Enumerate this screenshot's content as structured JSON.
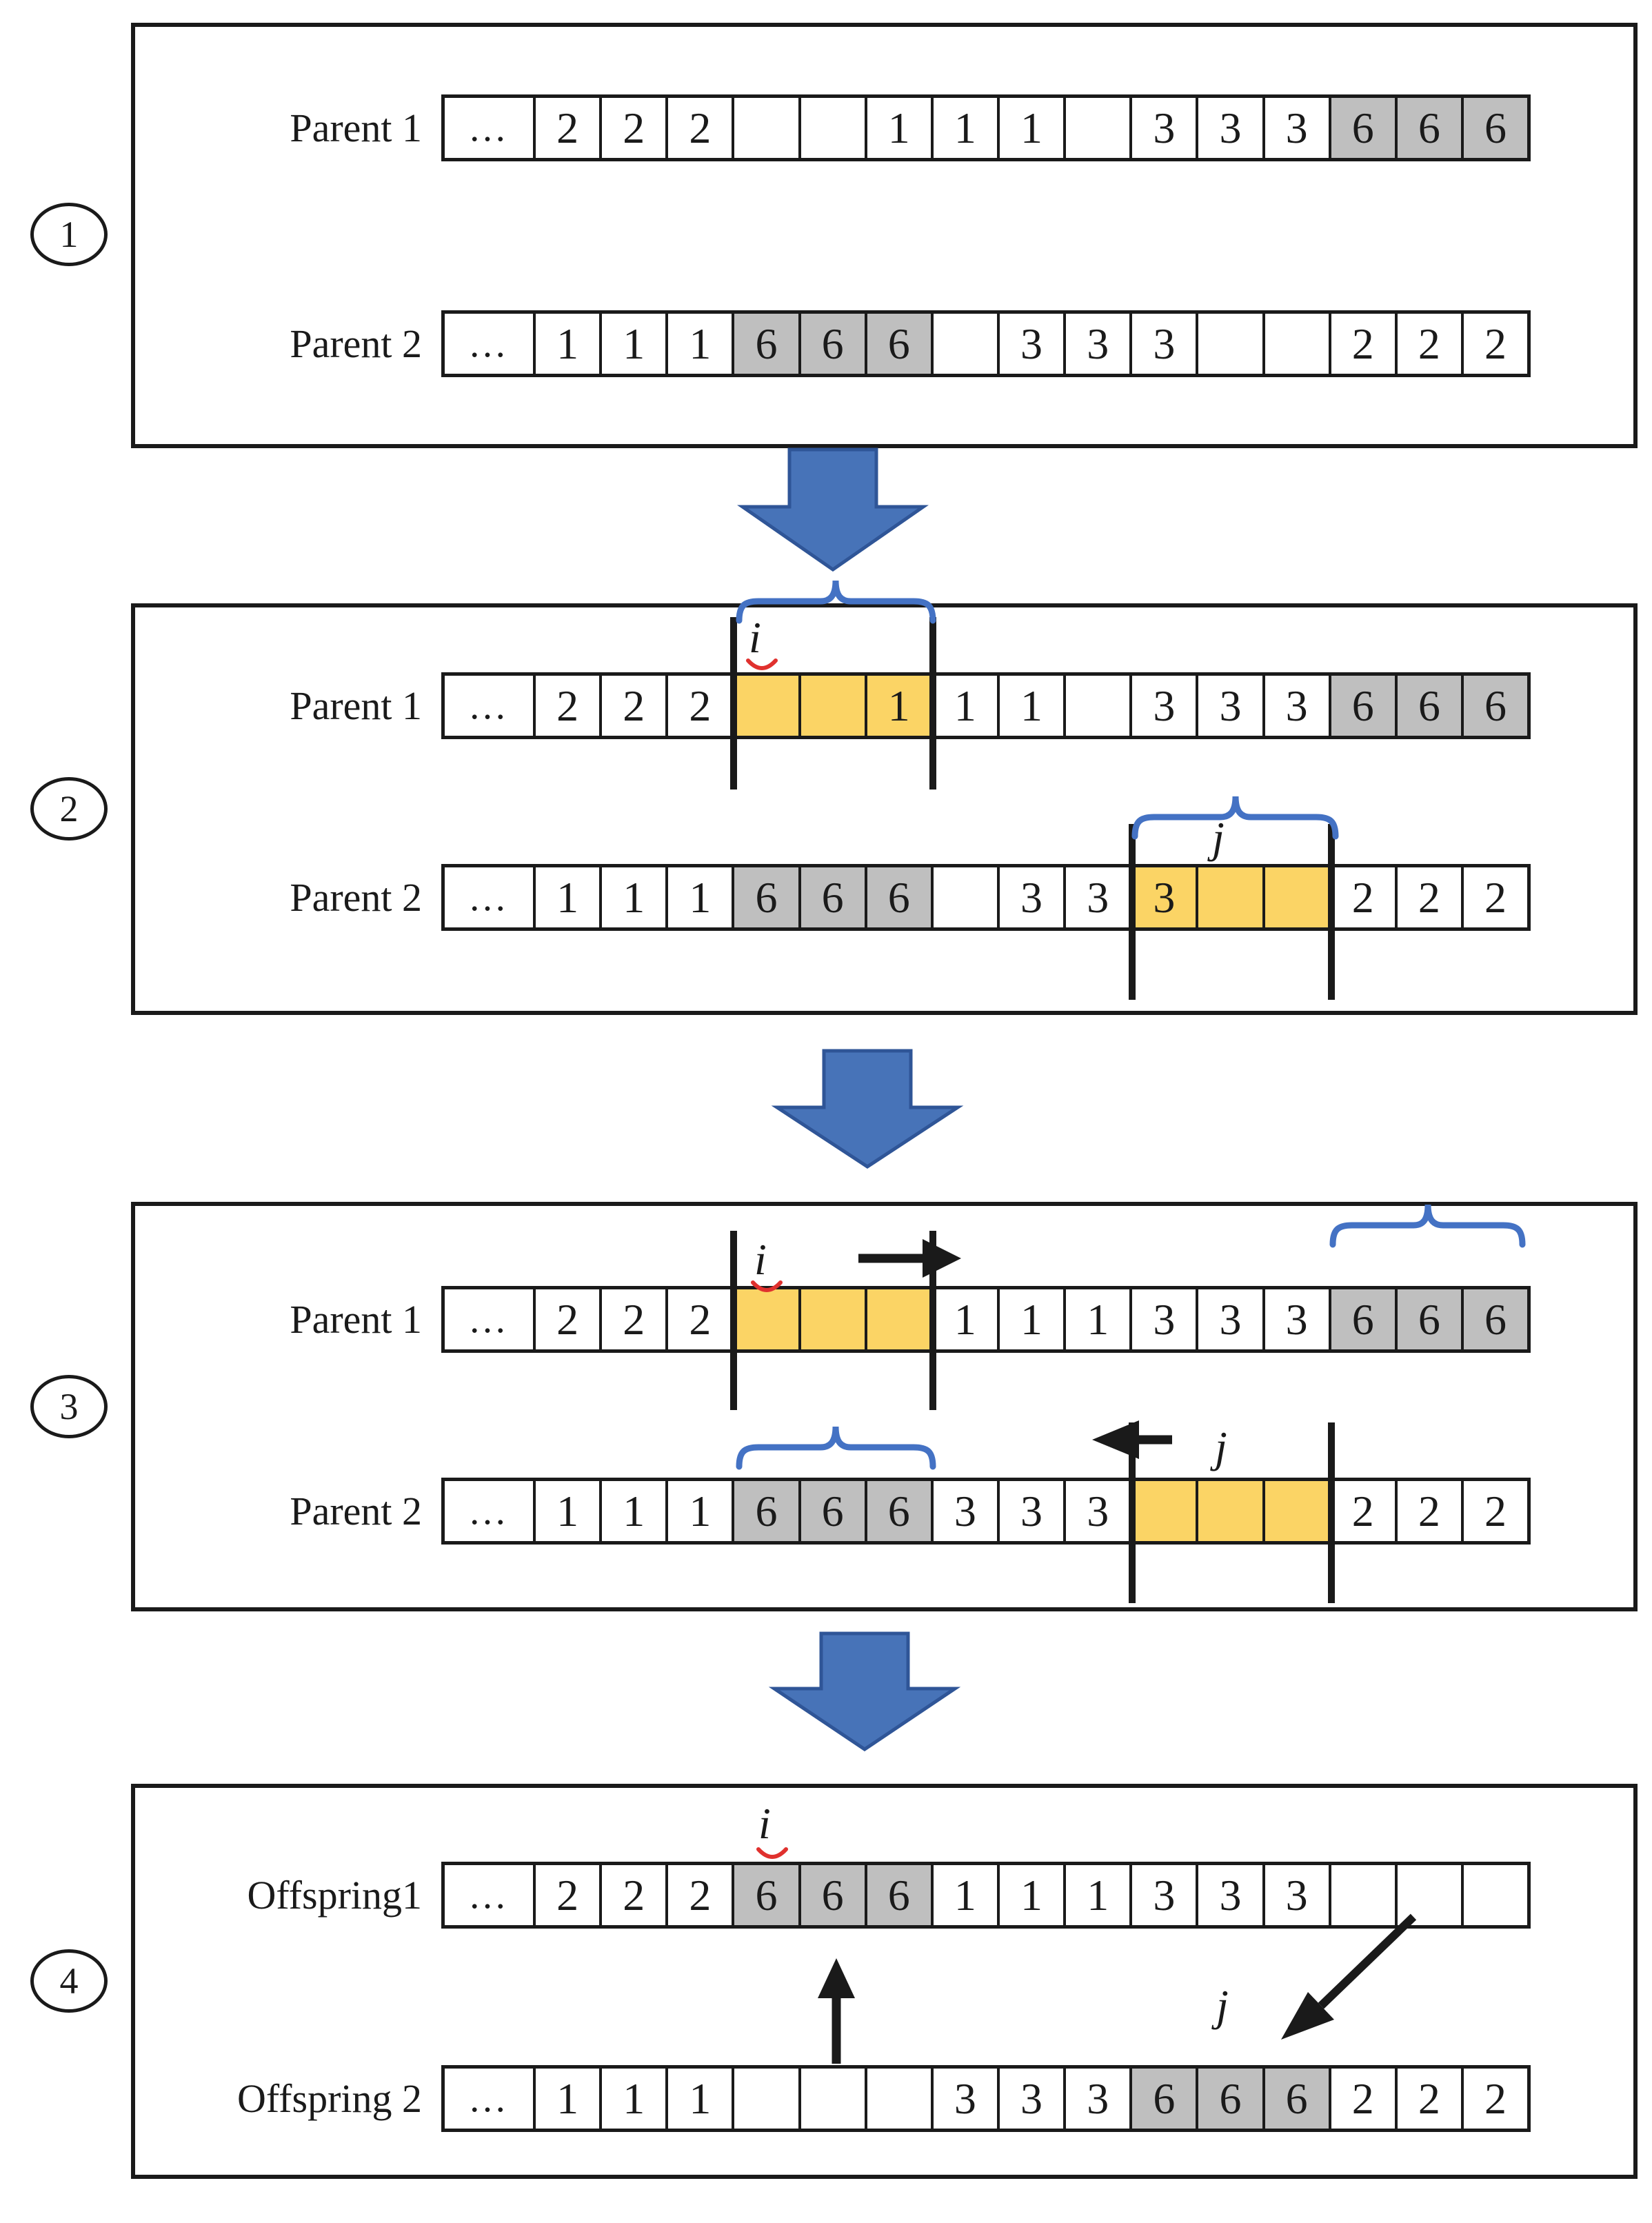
{
  "figure": {
    "description": "Four-step crossover operation between two parent sequences producing two offspring"
  },
  "colors": {
    "ink": "#1A1A1A",
    "cell_highlight_yellow": "#FBD465",
    "cell_shaded_gray": "#BFBFBF",
    "brace_blue": "#4472C4",
    "flow_arrow_fill": "#4773B8",
    "flow_arrow_edge": "#2F5597",
    "squiggle_red": "#E0312E"
  },
  "panels": [
    {
      "badge": "1",
      "rows": [
        {
          "label": "Parent 1",
          "cells": [
            {
              "v": "…"
            },
            {
              "v": "2"
            },
            {
              "v": "2"
            },
            {
              "v": "2"
            },
            {
              "v": ""
            },
            {
              "v": ""
            },
            {
              "v": "1"
            },
            {
              "v": "1"
            },
            {
              "v": "1"
            },
            {
              "v": ""
            },
            {
              "v": "3"
            },
            {
              "v": "3"
            },
            {
              "v": "3"
            },
            {
              "v": "6",
              "bg": "g"
            },
            {
              "v": "6",
              "bg": "g"
            },
            {
              "v": "6",
              "bg": "g"
            }
          ]
        },
        {
          "label": "Parent 2",
          "cells": [
            {
              "v": "…"
            },
            {
              "v": "1"
            },
            {
              "v": "1"
            },
            {
              "v": "1"
            },
            {
              "v": "6",
              "bg": "g"
            },
            {
              "v": "6",
              "bg": "g"
            },
            {
              "v": "6",
              "bg": "g"
            },
            {
              "v": ""
            },
            {
              "v": "3"
            },
            {
              "v": "3"
            },
            {
              "v": "3"
            },
            {
              "v": ""
            },
            {
              "v": ""
            },
            {
              "v": "2"
            },
            {
              "v": "2"
            },
            {
              "v": "2"
            }
          ]
        }
      ]
    },
    {
      "badge": "2",
      "markers": {
        "i": "i",
        "j": "j"
      },
      "rows": [
        {
          "label": "Parent 1",
          "cells": [
            {
              "v": "…"
            },
            {
              "v": "2"
            },
            {
              "v": "2"
            },
            {
              "v": "2"
            },
            {
              "v": "",
              "bg": "y"
            },
            {
              "v": "",
              "bg": "y"
            },
            {
              "v": "1",
              "bg": "y"
            },
            {
              "v": "1"
            },
            {
              "v": "1"
            },
            {
              "v": ""
            },
            {
              "v": "3"
            },
            {
              "v": "3"
            },
            {
              "v": "3"
            },
            {
              "v": "6",
              "bg": "g"
            },
            {
              "v": "6",
              "bg": "g"
            },
            {
              "v": "6",
              "bg": "g"
            }
          ]
        },
        {
          "label": "Parent 2",
          "cells": [
            {
              "v": "…"
            },
            {
              "v": "1"
            },
            {
              "v": "1"
            },
            {
              "v": "1"
            },
            {
              "v": "6",
              "bg": "g"
            },
            {
              "v": "6",
              "bg": "g"
            },
            {
              "v": "6",
              "bg": "g"
            },
            {
              "v": ""
            },
            {
              "v": "3"
            },
            {
              "v": "3"
            },
            {
              "v": "3",
              "bg": "y"
            },
            {
              "v": "",
              "bg": "y"
            },
            {
              "v": "",
              "bg": "y"
            },
            {
              "v": "2"
            },
            {
              "v": "2"
            },
            {
              "v": "2"
            }
          ]
        }
      ]
    },
    {
      "badge": "3",
      "markers": {
        "i": "i",
        "j": "j"
      },
      "rows": [
        {
          "label": "Parent 1",
          "cells": [
            {
              "v": "…"
            },
            {
              "v": "2"
            },
            {
              "v": "2"
            },
            {
              "v": "2"
            },
            {
              "v": "",
              "bg": "y"
            },
            {
              "v": "",
              "bg": "y"
            },
            {
              "v": "",
              "bg": "y"
            },
            {
              "v": "1"
            },
            {
              "v": "1"
            },
            {
              "v": "1"
            },
            {
              "v": "3"
            },
            {
              "v": "3"
            },
            {
              "v": "3"
            },
            {
              "v": "6",
              "bg": "g"
            },
            {
              "v": "6",
              "bg": "g"
            },
            {
              "v": "6",
              "bg": "g"
            }
          ]
        },
        {
          "label": "Parent 2",
          "cells": [
            {
              "v": "…"
            },
            {
              "v": "1"
            },
            {
              "v": "1"
            },
            {
              "v": "1"
            },
            {
              "v": "6",
              "bg": "g"
            },
            {
              "v": "6",
              "bg": "g"
            },
            {
              "v": "6",
              "bg": "g"
            },
            {
              "v": "3"
            },
            {
              "v": "3"
            },
            {
              "v": "3"
            },
            {
              "v": "",
              "bg": "y"
            },
            {
              "v": "",
              "bg": "y"
            },
            {
              "v": "",
              "bg": "y"
            },
            {
              "v": "2"
            },
            {
              "v": "2"
            },
            {
              "v": "2"
            }
          ]
        }
      ]
    },
    {
      "badge": "4",
      "markers": {
        "i": "i",
        "j": "j"
      },
      "rows": [
        {
          "label": "Offspring1",
          "cells": [
            {
              "v": "…"
            },
            {
              "v": "2"
            },
            {
              "v": "2"
            },
            {
              "v": "2"
            },
            {
              "v": "6",
              "bg": "g"
            },
            {
              "v": "6",
              "bg": "g"
            },
            {
              "v": "6",
              "bg": "g"
            },
            {
              "v": "1"
            },
            {
              "v": "1"
            },
            {
              "v": "1"
            },
            {
              "v": "3"
            },
            {
              "v": "3"
            },
            {
              "v": "3"
            },
            {
              "v": ""
            },
            {
              "v": ""
            },
            {
              "v": ""
            }
          ]
        },
        {
          "label": "Offspring 2",
          "cells": [
            {
              "v": "…"
            },
            {
              "v": "1"
            },
            {
              "v": "1"
            },
            {
              "v": "1"
            },
            {
              "v": ""
            },
            {
              "v": ""
            },
            {
              "v": ""
            },
            {
              "v": "3"
            },
            {
              "v": "3"
            },
            {
              "v": "3"
            },
            {
              "v": "6",
              "bg": "g"
            },
            {
              "v": "6",
              "bg": "g"
            },
            {
              "v": "6",
              "bg": "g"
            },
            {
              "v": "2"
            },
            {
              "v": "2"
            },
            {
              "v": "2"
            }
          ]
        }
      ]
    }
  ]
}
